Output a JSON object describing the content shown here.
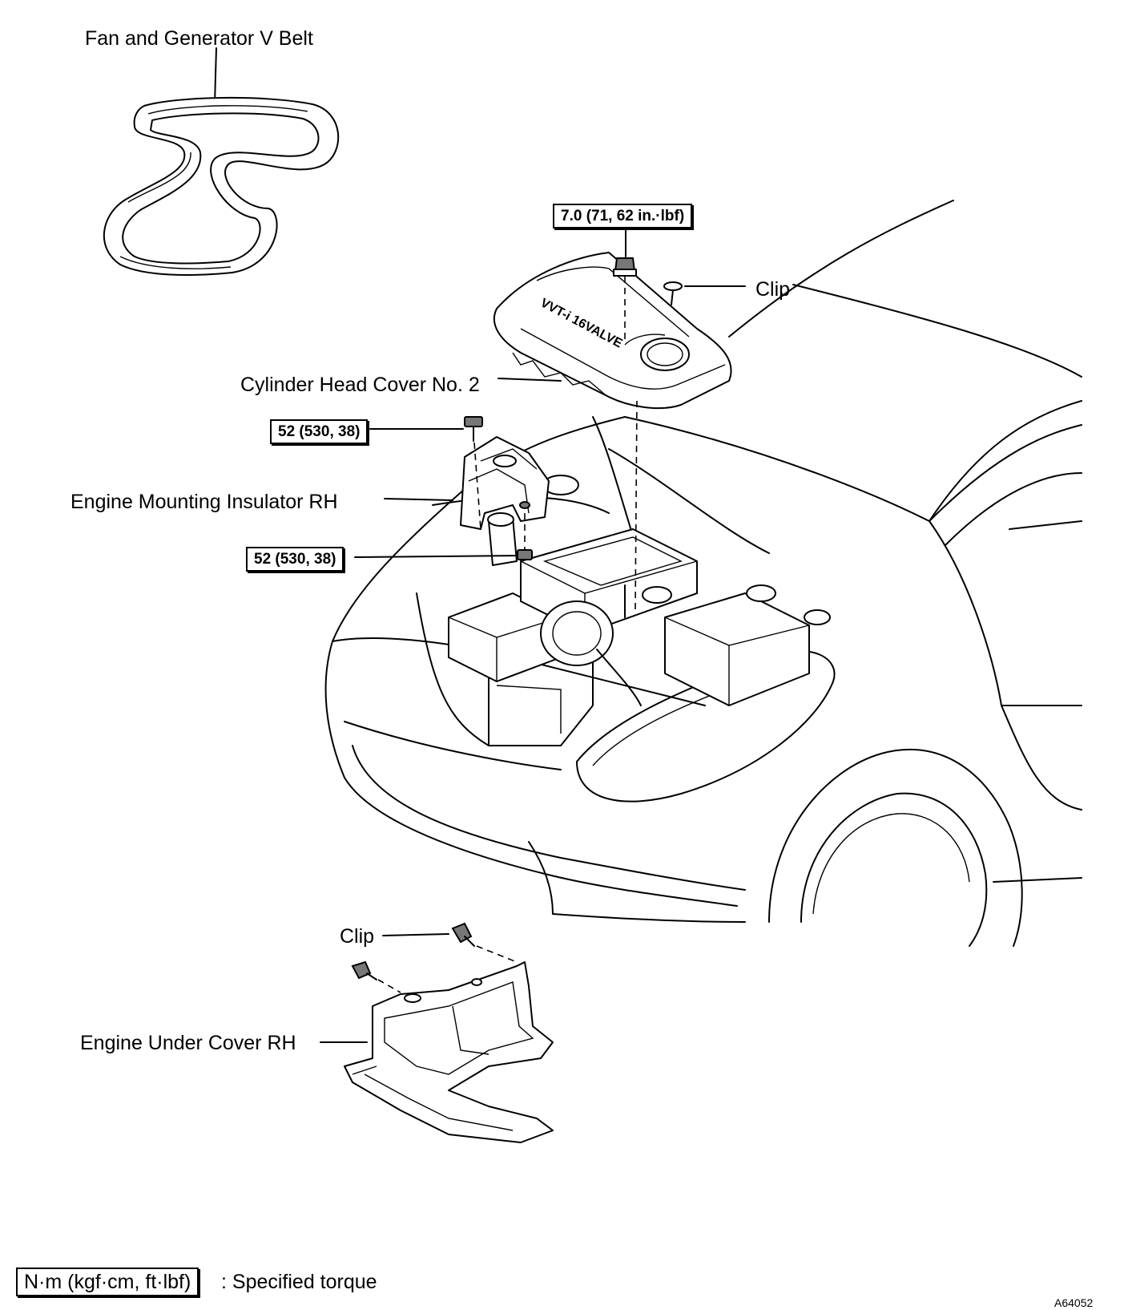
{
  "labels": {
    "fan_belt": "Fan and Generator V Belt",
    "clip_top": "Clip",
    "cylinder_cover": "Cylinder Head Cover No. 2",
    "engine_mount": "Engine Mounting Insulator RH",
    "clip_bottom": "Clip",
    "under_cover": "Engine Under Cover RH",
    "cover_emblem": "VVT-i 16VALVE"
  },
  "torque": {
    "cover_nut": "7.0 (71, 62 in.·lbf)",
    "mount_upper": "52 (530, 38)",
    "mount_lower": "52 (530, 38)"
  },
  "legend": {
    "units": "N·m (kgf·cm, ft·lbf)",
    "meaning": ": Specified torque"
  },
  "figure_code": "A64052"
}
